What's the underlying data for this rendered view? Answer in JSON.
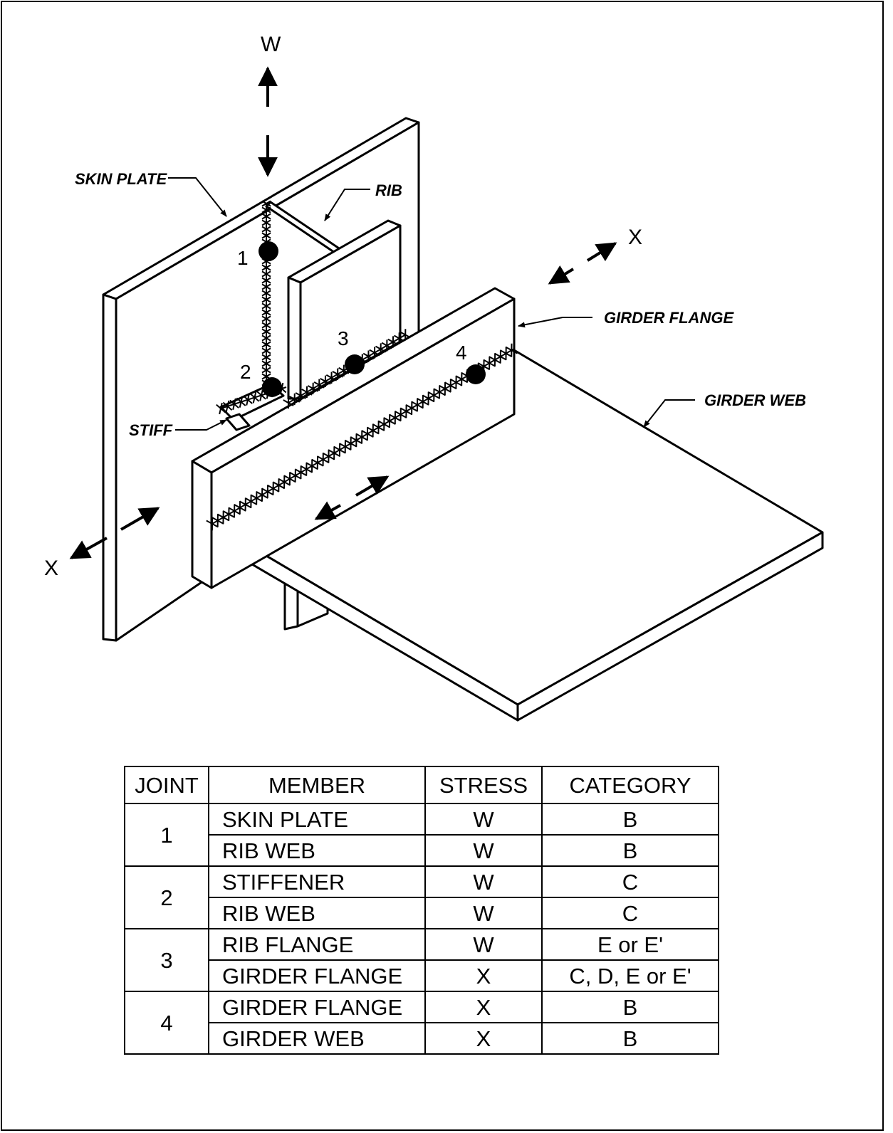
{
  "diagram": {
    "labels": {
      "w": "W",
      "x_right": "X",
      "x_left": "X",
      "skin_plate": "SKIN PLATE",
      "rib": "RIB",
      "girder_flange": "GIRDER FLANGE",
      "girder_web": "GIRDER WEB",
      "stiff": "STIFF"
    },
    "joint_numbers": [
      "1",
      "2",
      "3",
      "4"
    ]
  },
  "table": {
    "headers": [
      "JOINT",
      "MEMBER",
      "STRESS",
      "CATEGORY"
    ],
    "groups": [
      {
        "joint": "1",
        "rows": [
          {
            "member": "SKIN PLATE",
            "stress": "W",
            "category": "B"
          },
          {
            "member": "RIB WEB",
            "stress": "W",
            "category": "B"
          }
        ]
      },
      {
        "joint": "2",
        "rows": [
          {
            "member": "STIFFENER",
            "stress": "W",
            "category": "C"
          },
          {
            "member": "RIB WEB",
            "stress": "W",
            "category": "C"
          }
        ]
      },
      {
        "joint": "3",
        "rows": [
          {
            "member": "RIB FLANGE",
            "stress": "W",
            "category": "E or E'"
          },
          {
            "member": "GIRDER FLANGE",
            "stress": "X",
            "category": "C, D, E or E'"
          }
        ]
      },
      {
        "joint": "4",
        "rows": [
          {
            "member": "GIRDER FLANGE",
            "stress": "X",
            "category": "B"
          },
          {
            "member": "GIRDER WEB",
            "stress": "X",
            "category": "B"
          }
        ]
      }
    ]
  }
}
